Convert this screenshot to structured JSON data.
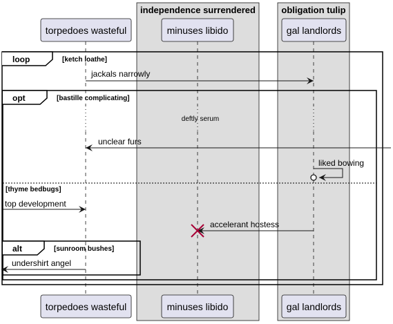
{
  "boxes": {
    "independence": {
      "title": "independence surrendered"
    },
    "obligation": {
      "title": "obligation tulip"
    }
  },
  "participants": {
    "torpedoes": {
      "label": "torpedoes wasteful"
    },
    "minuses": {
      "label": "minuses libido"
    },
    "gal": {
      "label": "gal landlords"
    }
  },
  "frames": {
    "loop": {
      "keyword": "loop",
      "condition": "[ketch loathe]"
    },
    "opt": {
      "keyword": "opt",
      "condition": "[bastille complicating]",
      "else_condition": "[thyme bedbugs]"
    },
    "alt": {
      "keyword": "alt",
      "condition": "[sunroom bushes]"
    }
  },
  "messages": {
    "m1": "jackals narrowly",
    "m2": "unclear furs",
    "m3": "liked bowing",
    "m4": "top development",
    "m5": "accelerant hostess",
    "m6": "undershirt angel"
  },
  "delay": {
    "text": "deftly serum"
  },
  "colors": {
    "box_fill": "#dddddd",
    "participant_fill": "#e2e2f0",
    "participant_stroke": "#181818",
    "destroy_mark": "#a80036"
  }
}
